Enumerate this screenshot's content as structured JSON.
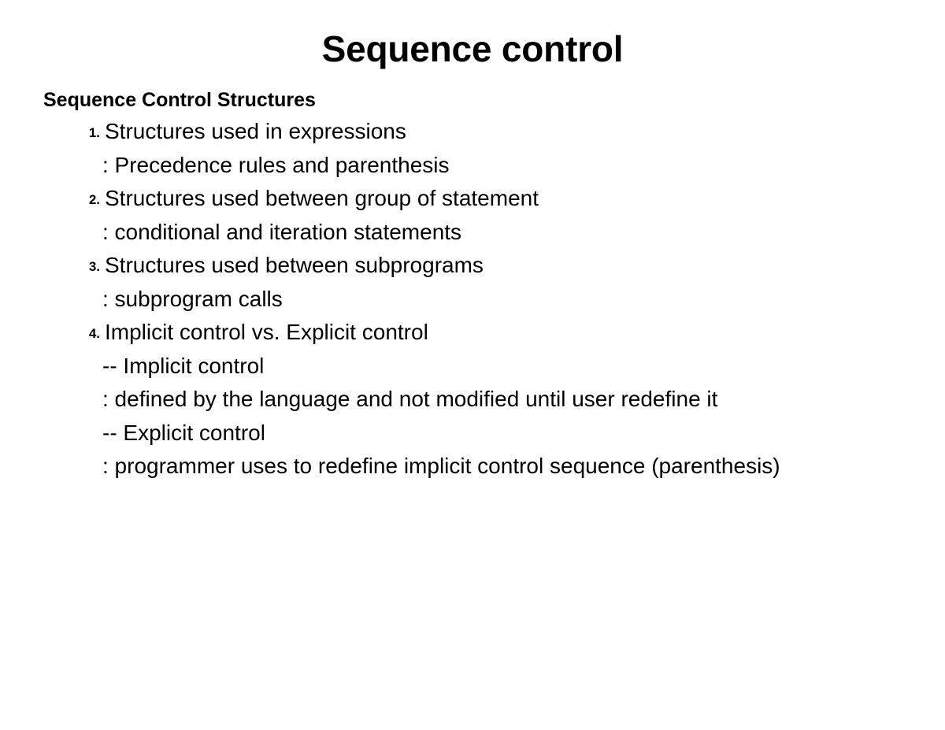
{
  "slide": {
    "title": "Sequence control",
    "heading": "Sequence Control Structures",
    "text_color": "#000000",
    "background_color": "#ffffff",
    "items": [
      {
        "number": "1.",
        "text": "Structures used in expressions",
        "sublines": [
          ": Precedence rules and parenthesis"
        ]
      },
      {
        "number": "2.",
        "text": "Structures used between group of statement",
        "sublines": [
          ": conditional and iteration statements"
        ]
      },
      {
        "number": "3.",
        "text": "Structures used between subprograms",
        "sublines": [
          ": subprogram calls"
        ]
      },
      {
        "number": "4.",
        "text": "Implicit control vs. Explicit control",
        "sublines": [
          "-- Implicit control",
          ": defined by the language and not modified until user redefine it",
          "-- Explicit control",
          ": programmer uses to redefine implicit control sequence (parenthesis)"
        ]
      }
    ]
  }
}
